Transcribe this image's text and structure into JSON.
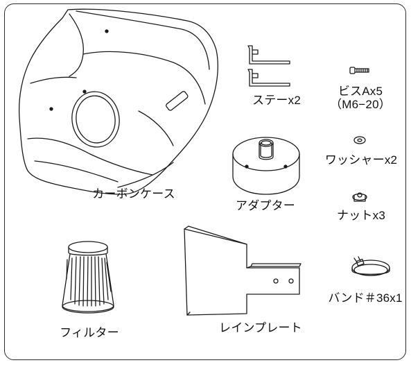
{
  "parts": {
    "carbon_case": "カーボンケース",
    "stay": "ステーx2",
    "screw_line1": "ビスAx5",
    "screw_line2": "（M6−20）",
    "adapter": "アダプター",
    "washer": "ワッシャーx2",
    "nut": "ナットx3",
    "filter": "フィルター",
    "rain_plate": "レインプレート",
    "band": "バンド＃36x1"
  }
}
